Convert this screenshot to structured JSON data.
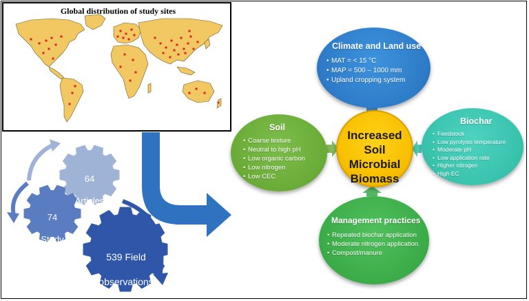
{
  "map": {
    "title": "Global distribution of study sites",
    "land_color": "#f2c862",
    "site_color": "#e02020",
    "ocean_color": "#ffffff"
  },
  "gears": {
    "articles": {
      "number": "64",
      "label": "Articles"
    },
    "study_sites": {
      "number": "74",
      "label": "Study\nsites"
    },
    "field_observations": {
      "number": "539 Field",
      "label": "observations"
    }
  },
  "center": {
    "title": "Increased\nSoil Microbial\nBiomass"
  },
  "climate": {
    "title": "Climate and Land use",
    "items": [
      "MAT = < 15 °C",
      "MAP = 500 – 1000 mm",
      "Upland cropping system"
    ]
  },
  "soil": {
    "title": "Soil",
    "items": [
      "Coarse texture",
      "Neutral to high pH",
      "Low organic carbon",
      "Low nitrogen",
      "Low CEC"
    ]
  },
  "biochar": {
    "title": "Biochar",
    "items": [
      "Feedstock",
      "Low pyrolysis temperature",
      "Moderate pH",
      "Low application rate",
      "Higher nitrogen",
      "High EC"
    ]
  },
  "management": {
    "title": "Management practices",
    "items": [
      "Repeated biochar application",
      "Moderate nitrogen application",
      "Compost/manure"
    ]
  },
  "colors": {
    "climate": "#2e7bc8",
    "soil": "#6aab38",
    "biochar": "#38c2ac",
    "management": "#3aab47",
    "center": "#f8c000",
    "big_arrow": "#2f73c0",
    "gear_light": "#9fb3d6",
    "gear_mid": "#5a7cc0",
    "gear_dark": "#2f56a8"
  }
}
